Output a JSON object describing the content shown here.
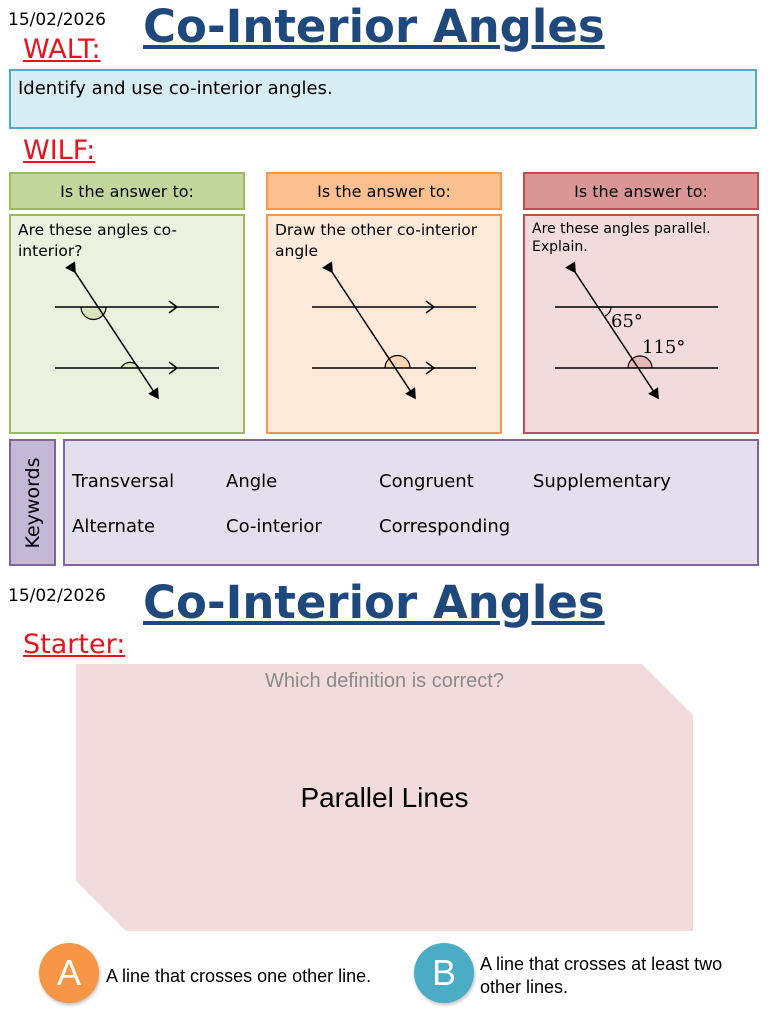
{
  "slide1": {
    "date": "15/02/2026",
    "title": "Co-Interior Angles",
    "walt_label": "WALT:",
    "walt_text": "Identify and use co-interior angles.",
    "wilf_label": "WILF:",
    "cards": [
      {
        "header": "Is the answer to:",
        "question": "Are these angles co-interior?",
        "header_color": "#c3d69b",
        "border_color": "#9bbb59",
        "body_color": "#ebf1de"
      },
      {
        "header": "Is the answer to:",
        "question": "Draw the other co-interior angle",
        "header_color": "#fac090",
        "border_color": "#f79646",
        "body_color": "#fde9d9"
      },
      {
        "header": "Is the answer to:",
        "question": "Are these angles parallel. Explain.",
        "header_color": "#d99694",
        "border_color": "#c0504d",
        "body_color": "#f2dcdb",
        "angle1": "65°",
        "angle2": "115°"
      }
    ],
    "keywords_label": "Keywords",
    "keywords": [
      "Transversal",
      "Angle",
      "Congruent",
      "Supplementary",
      "Alternate",
      "Co-interior",
      "Corresponding"
    ]
  },
  "slide2": {
    "date": "15/02/2026",
    "title": "Co-Interior Angles",
    "starter_label": "Starter:",
    "question": "Which definition is correct?",
    "term": "Parallel Lines",
    "options": [
      {
        "letter": "A",
        "text": "A line that crosses one other line.",
        "color": "#f79646"
      },
      {
        "letter": "B",
        "text": "A line that crosses at least two other lines.",
        "color": "#4bacc6"
      }
    ]
  }
}
